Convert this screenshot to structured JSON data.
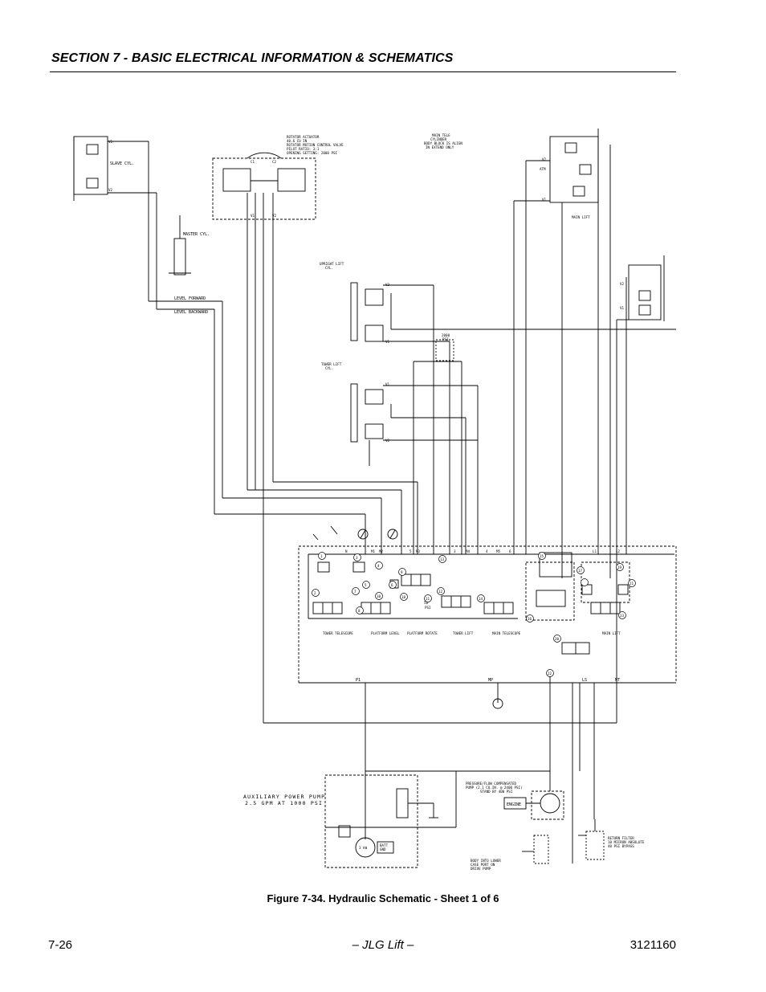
{
  "header": {
    "section_title": "SECTION 7 - BASIC ELECTRICAL INFORMATION & SCHEMATICS"
  },
  "schematic": {
    "slave_cyl": "SLAVE CYL.",
    "master_cyl": "MASTER CYL.",
    "level_forward": "LEVEL FORWARD",
    "level_backward": "LEVEL BACKWARD",
    "rotator_title": [
      "ROTATOR ACTUATOR",
      "40.6 CU IN",
      "ROTATOR MOTION CONTROL VALVE",
      "PILOT RATIO: 3:1",
      "OPENING SETTING: 2000 PSI"
    ],
    "main_tele_cyl": [
      "MAIN TELE",
      "CYLINDER",
      "BODY BLOCK IS ALIGN",
      "IN EXTEND ONLY"
    ],
    "upright_lift_cyl": [
      "UPRIGHT LIFT",
      "CYL."
    ],
    "tower_lift_cyl": [
      "TOWER LIFT",
      "CYL."
    ],
    "main_lift": "MAIN LIFT",
    "relief_2000": [
      "2000",
      "PSI"
    ],
    "port_labels": {
      "v1": "V1",
      "v2": "V2",
      "c1": "C1",
      "c2": "C2",
      "atm": "ATM"
    },
    "valve_labels": [
      "TOWER TELESCOPE",
      "PLATFORM LEVEL",
      "PLATFORM ROTATE",
      "TOWER LIFT",
      "MAIN TELESCOPE",
      "MAIN LIFT"
    ],
    "bus_labels": {
      "p1": "P1",
      "mp": "MP",
      "ls": "LS",
      "nt": "NT"
    },
    "aux_pump": [
      "AUXILIARY POWER PUMP",
      "2.5 GPM AT 1000 PSI"
    ],
    "pump_note": [
      "PRESSURE/FLOW COMPENSATED",
      "PUMP (2.1 CU.IN. @ 2400 PSI)",
      "STAND BY 400 PSI"
    ],
    "engine": "ENGINE",
    "battery": [
      "BATT",
      "GND"
    ],
    "motor_label": "3 kW",
    "case_drain_note": [
      "BODY INTO LOWER",
      "CASE PORT ON",
      "DRIVE PUMP"
    ],
    "return_filter": [
      "RETURN FILTER",
      "10 MICRON ABSOLUTE",
      "40 PSI BYPASS"
    ],
    "port_ids": [
      "1",
      "2",
      "3",
      "4",
      "5",
      "6",
      "7",
      "8",
      "9",
      "10",
      "11",
      "12",
      "13",
      "14",
      "15",
      "16",
      "17",
      "18",
      "19",
      "20",
      "21",
      "22",
      "23"
    ],
    "top_ports": [
      "N",
      "M1",
      "M2",
      "5",
      "M3",
      "3",
      "M4",
      "4",
      "M5",
      "6",
      "L1",
      "L2"
    ],
    "relief_50": [
      "50",
      "PSI"
    ]
  },
  "caption": "Figure 7-34.  Hydraulic Schematic - Sheet 1 of 6",
  "footer": {
    "page": "7-26",
    "brand": "– JLG Lift –",
    "doc_number": "3121160"
  }
}
